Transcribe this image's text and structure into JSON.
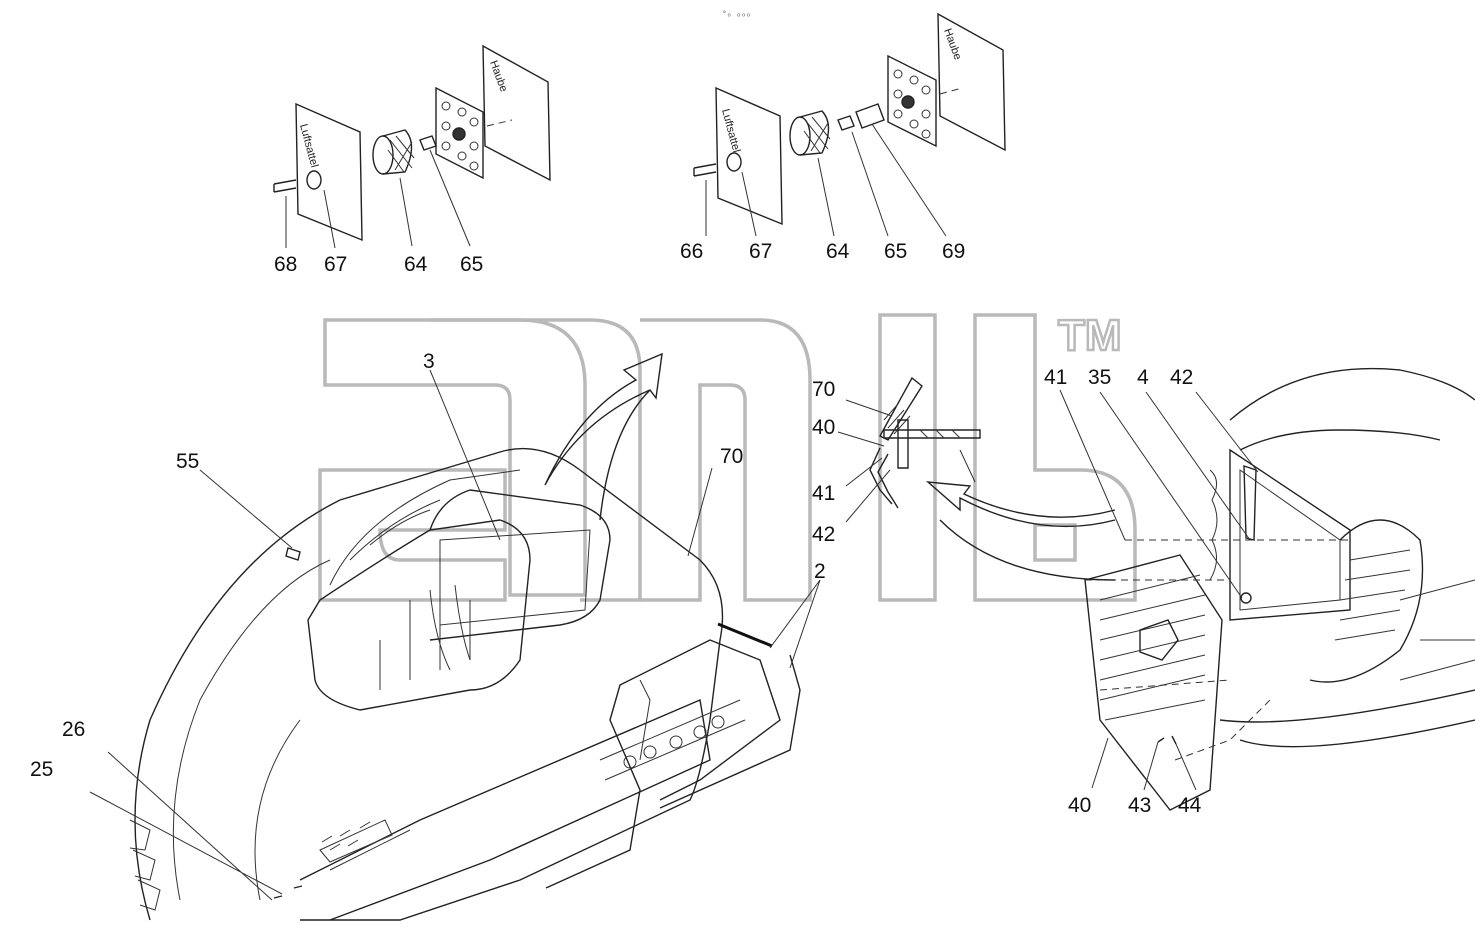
{
  "header": {
    "mark": "°ₒ ₒₒₒ"
  },
  "watermark": {
    "trademark": "TM"
  },
  "sheet_labels": {
    "luftsattel": "Luftsattel",
    "haube": "Haube"
  },
  "callouts": {
    "detail_a": [
      "68",
      "67",
      "64",
      "65"
    ],
    "detail_b": [
      "66",
      "67",
      "64",
      "65",
      "69"
    ],
    "hood": [
      "3",
      "55",
      "70",
      "2",
      "26",
      "25"
    ],
    "section": [
      "70",
      "40",
      "41",
      "42"
    ],
    "grille": [
      "41",
      "35",
      "4",
      "42",
      "40",
      "43",
      "44"
    ]
  }
}
